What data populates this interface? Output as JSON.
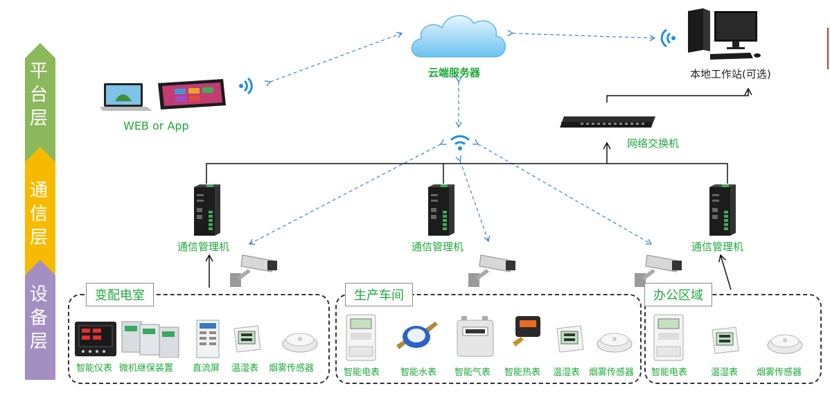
{
  "layers": {
    "platform": "平台层",
    "comm": "通信层",
    "device": "设备层"
  },
  "cloud_label": "云端服务器",
  "web_label": "WEB or App",
  "workstation_label": "本地工作站(可选)",
  "switch_label": "网络交换机",
  "comm_managers": [
    "通信管理机",
    "通信管理机",
    "通信管理机"
  ],
  "zones": [
    {
      "title": "变配电室",
      "devices": [
        "智能仪表",
        "微机继保装置",
        "直流屏",
        "温湿表",
        "烟雾传感器"
      ]
    },
    {
      "title": "生产车间",
      "devices": [
        "智能电表",
        "智能水表",
        "智能气表",
        "智能热表",
        "温湿表",
        "烟雾传感器"
      ]
    },
    {
      "title": "办公区域",
      "devices": [
        "智能电表",
        "温湿表",
        "烟雾传感器"
      ]
    }
  ],
  "colors": {
    "platform_layer": "#8cb85c",
    "comm_layer": "#f6bb00",
    "device_layer": "#a48fc2",
    "label_green": "#1ea83a",
    "link_blue": "#3a7fd6",
    "wifi_blue": "#1a8fe0"
  },
  "icons": [
    "cloud-icon",
    "laptop-icon",
    "tablet-icon",
    "desktop-pc-icon",
    "switch-icon",
    "comm-manager-icon",
    "camera-icon",
    "wifi-icon"
  ]
}
